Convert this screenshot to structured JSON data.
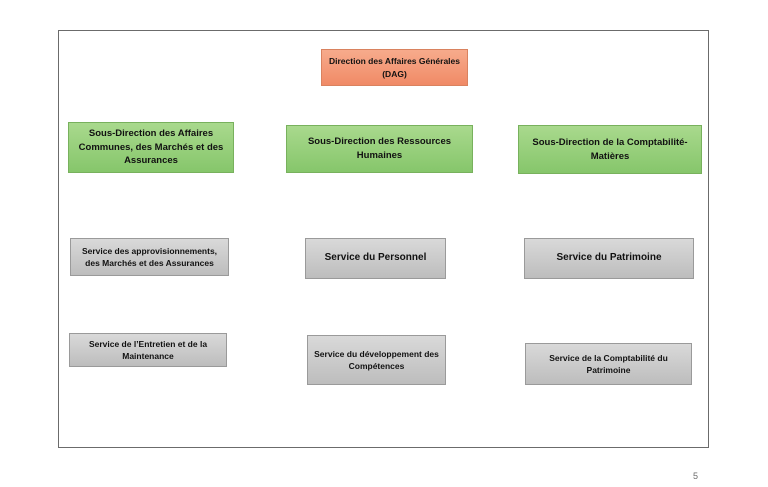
{
  "org_chart": {
    "head": "Direction des Affaires Générales (DAG)",
    "sub_directions": [
      "Sous-Direction des Affaires Communes, des Marchés et des Assurances",
      "Sous-Direction des Ressources Humaines",
      "Sous-Direction de la Comptabilité-Matières"
    ],
    "services": [
      "Service des approvisionnements, des Marchés et des Assurances",
      "Service du Personnel",
      "Service du Patrimoine",
      "Service de l’Entretien et de la Maintenance",
      "Service du développement des Compétences",
      "Service de la Comptabilité du Patrimoine"
    ]
  },
  "footer": {
    "page_number": "5"
  },
  "colors": {
    "head_fill": "#f4a07e",
    "sub_direction_fill": "#98cf7c",
    "service_fill": "#cccccc",
    "frame_border": "#6b6b6b"
  }
}
